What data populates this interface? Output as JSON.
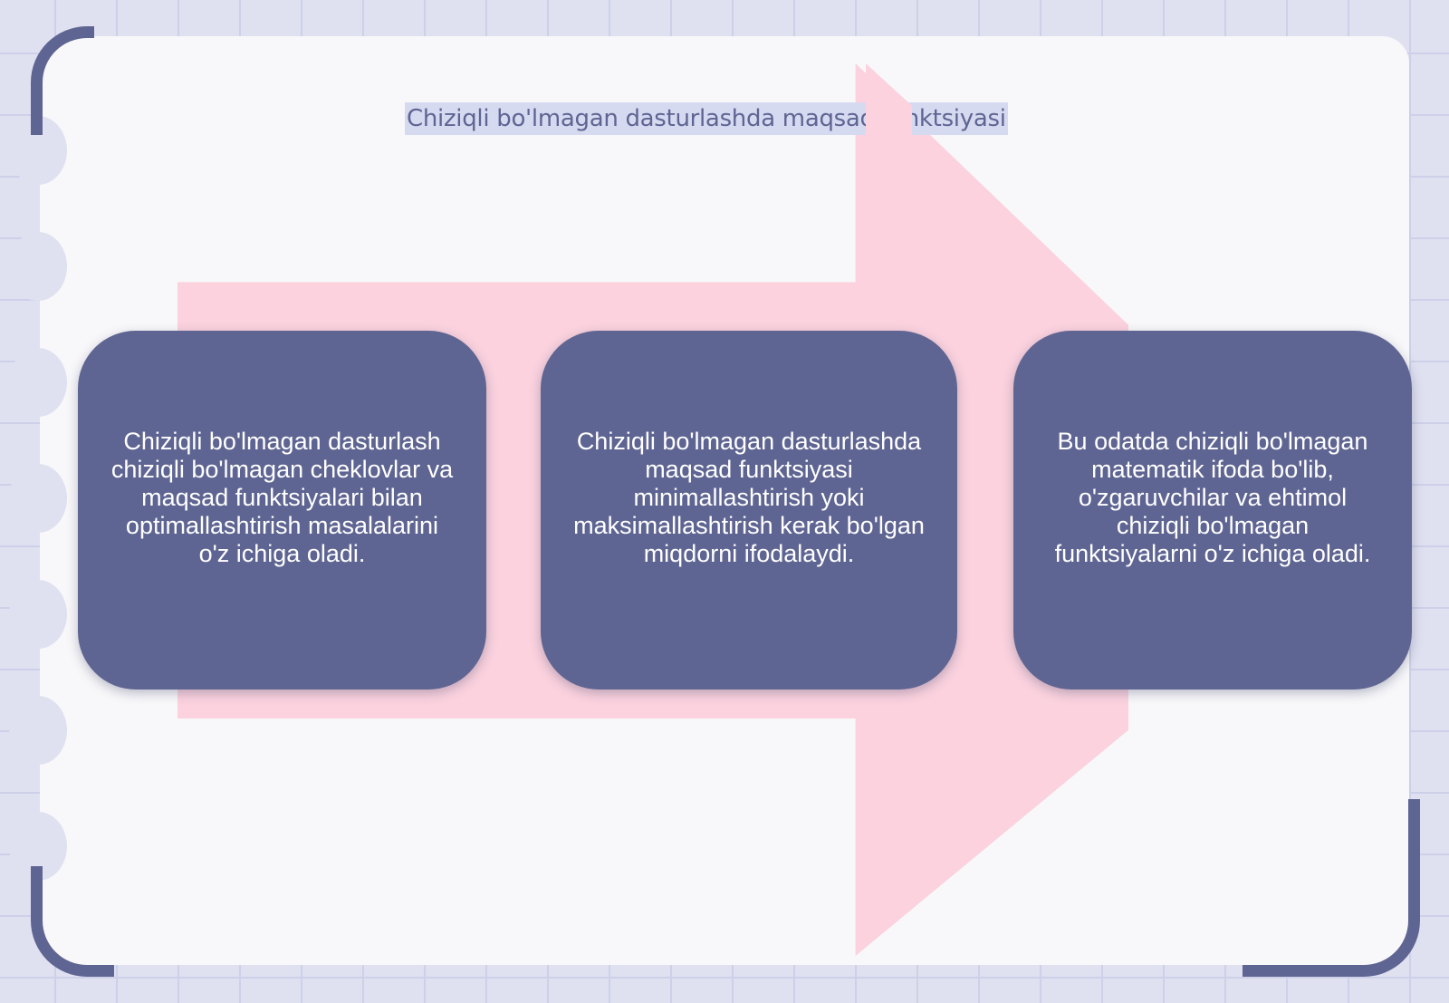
{
  "title": "Chiziqli bo'lmagan dasturlashda maqsad funktsiyasi",
  "boxes": [
    {
      "text": "Chiziqli bo'lmagan dasturlash chiziqli bo'lmagan cheklovlar va maqsad funktsiyalari bilan optimallashtirish masalalarini o'z ichiga oladi."
    },
    {
      "text": "Chiziqli bo'lmagan dasturlashda maqsad funktsiyasi minimallashtirish yoki maksimallashtirish kerak bo'lgan miqdorni ifodalaydi."
    },
    {
      "text": "Bu odatda chiziqli bo'lmagan matematik ifoda bo'lib, o'zgaruvchilar va ehtimol chiziqli bo'lmagan funktsiyalarni o'z ichiga oladi."
    }
  ],
  "colors": {
    "background": "#dfe1f1",
    "card": "#f8f8fa",
    "arrow": "#fbd2de",
    "box": "#5f6592",
    "box_text": "#ffffff",
    "title_text": "#5f6592",
    "title_highlight": "#d6daf0"
  }
}
